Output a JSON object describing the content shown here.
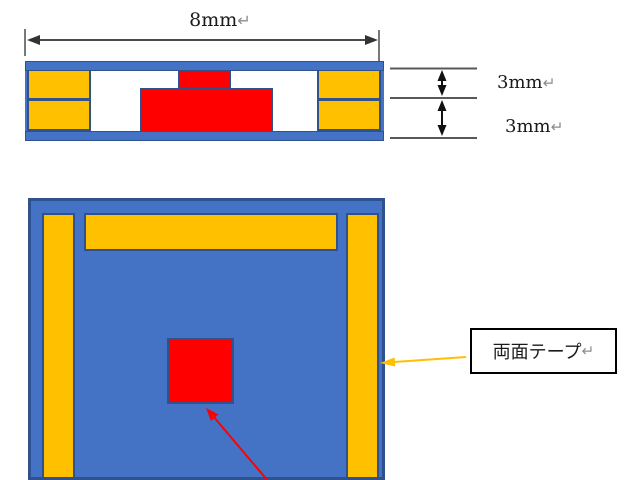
{
  "colors": {
    "board_blue": "#4472C4",
    "outline_dark_blue": "#2F528F",
    "tape_yellow": "#FFC000",
    "chip_red": "#FF0000",
    "dimension_line": "#4a4a4a",
    "callout_border": "#000000",
    "return_mark": "#8c8c8c"
  },
  "dimensions": {
    "width": {
      "text": "8mm",
      "return_mark": "↵"
    },
    "thickness_top": {
      "text": "3mm",
      "return_mark": "↵"
    },
    "thickness_bottom": {
      "text": "3mm",
      "return_mark": "↵"
    }
  },
  "callout": {
    "label": "両面テープ",
    "return_mark": "↵"
  }
}
